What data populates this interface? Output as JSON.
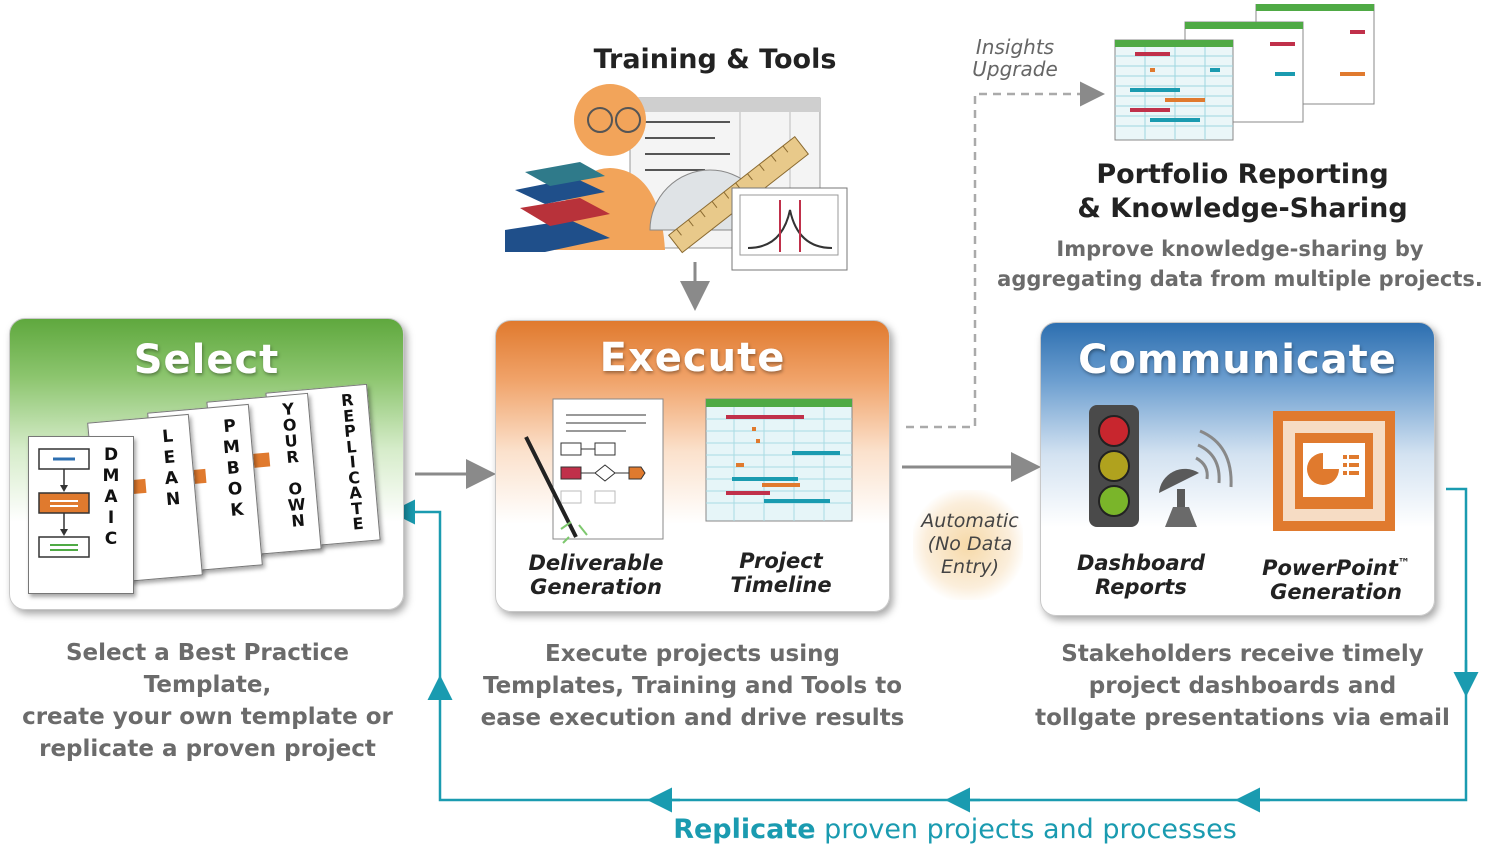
{
  "training": {
    "title": "Training & Tools"
  },
  "insights": {
    "line1": "Insights",
    "line2": "Upgrade"
  },
  "portfolio": {
    "title_line1": "Portfolio Reporting",
    "title_line2": "& Knowledge-Sharing",
    "desc_line1": "Improve knowledge-sharing by",
    "desc_line2": "aggregating data from multiple projects."
  },
  "select": {
    "title": "Select",
    "templates": [
      {
        "label": "D\nM\nA\nI\nC"
      },
      {
        "label": "L\nE\nA\nN"
      },
      {
        "label": "P\nM\nB\nO\nK"
      },
      {
        "label": "Y\nO\nU\nR\n\nO\nW\nN"
      },
      {
        "label": "R\nE\nP\nL\nI\nC\nA\nT\nE"
      }
    ],
    "desc_line1": "Select a Best Practice Template,",
    "desc_line2": "create your own template or",
    "desc_line3": "replicate a proven project"
  },
  "execute": {
    "title": "Execute",
    "item1_line1": "Deliverable",
    "item1_line2": "Generation",
    "item2_line1": "Project",
    "item2_line2": "Timeline",
    "desc_line1": "Execute projects using",
    "desc_line2": "Templates, Training and Tools to",
    "desc_line3": "ease execution and drive results"
  },
  "automatic": {
    "line1": "Automatic",
    "line2": "(No Data",
    "line3": "Entry)"
  },
  "communicate": {
    "title": "Communicate",
    "item1_line1": "Dashboard",
    "item1_line2": "Reports",
    "item2_line1": "PowerPoint",
    "item2_tm": "™",
    "item2_line2": "Generation",
    "desc_line1": "Stakeholders receive timely",
    "desc_line2": "project dashboards and",
    "desc_line3": "tollgate presentations via email"
  },
  "replicate": {
    "bold": "Replicate",
    "rest": " proven projects and processes"
  },
  "colors": {
    "select_green": "#6fb04a",
    "execute_orange": "#e07a2e",
    "communicate_blue": "#2d6fb0",
    "loop_teal": "#1a9bb0",
    "arrow_gray": "#8a8a8a"
  }
}
